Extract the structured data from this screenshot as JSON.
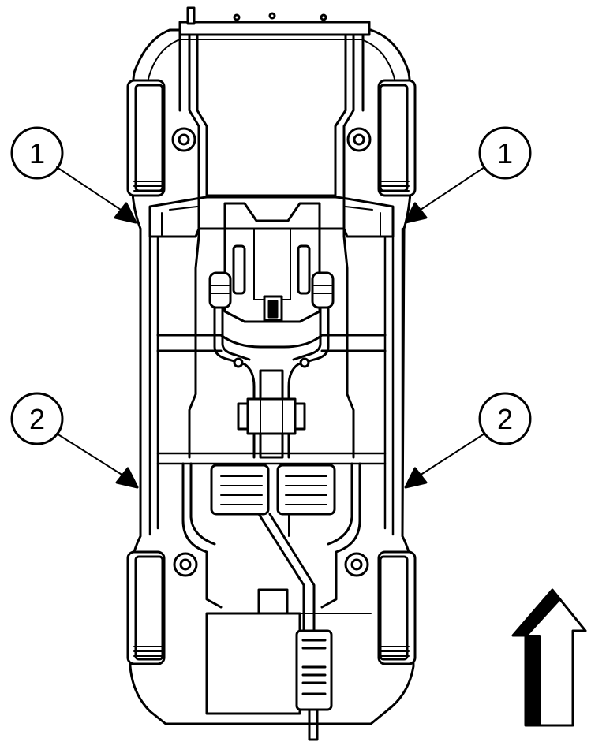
{
  "callouts": {
    "front_left": "1",
    "front_right": "1",
    "rear_left": "2",
    "rear_right": "2"
  },
  "colors": {
    "ink": "#000000",
    "paper": "#ffffff"
  },
  "icons": {
    "direction": "up-arrow-icon"
  }
}
